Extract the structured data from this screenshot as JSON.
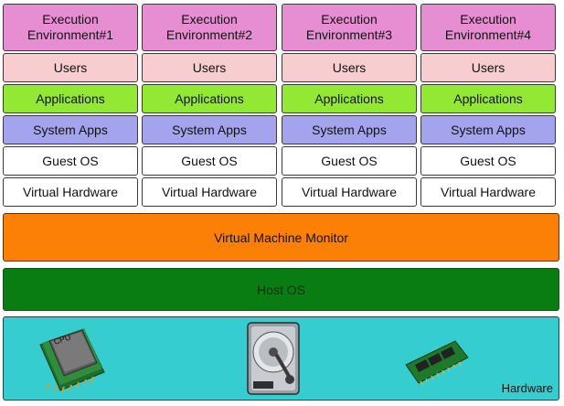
{
  "environments": [
    {
      "title_line1": "Execution",
      "title_line2": "Environment#1",
      "users": "Users",
      "applications": "Applications",
      "system_apps": "System Apps",
      "guest_os": "Guest OS",
      "virtual_hardware": "Virtual Hardware"
    },
    {
      "title_line1": "Execution",
      "title_line2": "Environment#2",
      "users": "Users",
      "applications": "Applications",
      "system_apps": "System Apps",
      "guest_os": "Guest OS",
      "virtual_hardware": "Virtual Hardware"
    },
    {
      "title_line1": "Execution",
      "title_line2": "Environment#3",
      "users": "Users",
      "applications": "Applications",
      "system_apps": "System Apps",
      "guest_os": "Guest OS",
      "virtual_hardware": "Virtual Hardware"
    },
    {
      "title_line1": "Execution",
      "title_line2": "Environment#4",
      "users": "Users",
      "applications": "Applications",
      "system_apps": "System Apps",
      "guest_os": "Guest OS",
      "virtual_hardware": "Virtual Hardware"
    }
  ],
  "vmm_label": "Virtual Machine Monitor",
  "host_os_label": "Host OS",
  "hardware": {
    "label": "Hardware",
    "cpu_text": "CPU",
    "icons": [
      "cpu-chip-icon",
      "hard-disk-icon",
      "memory-module-icon"
    ]
  },
  "colors": {
    "environment": "#e78dd2",
    "users": "#f8cdd0",
    "applications": "#92e832",
    "system_apps": "#a4a3ee",
    "guest_os": "#ffffff",
    "virtual_hardware": "#ffffff",
    "vmm": "#fc8005",
    "host_os": "#0a7d12",
    "hardware": "#36cdd0"
  }
}
